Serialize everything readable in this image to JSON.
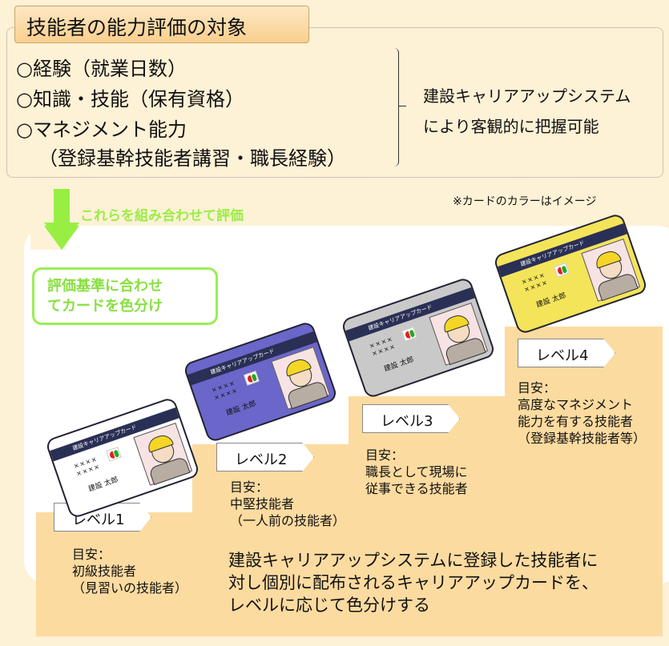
{
  "title": "技能者の能力評価の対象",
  "criteria": [
    "○経験（就業日数）",
    "○知識・技能（保有資格）",
    "○マネジメント能力",
    "（登録基幹技能者講習・職長経験）"
  ],
  "system_text": [
    "建設キャリアアップシステム",
    "により客観的に把握可能"
  ],
  "combine_label": "これらを組み合わせて評価",
  "note": "※カードのカラーはイメージ",
  "color_box": [
    "評価基準に合わせ",
    "てカードを色分け"
  ],
  "card": {
    "header": "建設キャリアアップカード",
    "xs1": "××××",
    "xs2": "××××",
    "name": "建設 太郎"
  },
  "levels": [
    {
      "label": "レベル1",
      "guide": "目安：",
      "desc1": "初級技能者",
      "desc2": "（見習いの技能者）",
      "color": "#ffffff"
    },
    {
      "label": "レベル2",
      "guide": "目安：",
      "desc1": "中堅技能者",
      "desc2": "（一人前の技能者）",
      "color": "#6b66c9"
    },
    {
      "label": "レベル3",
      "guide": "目安：",
      "desc1": "職長として現場に",
      "desc2": "従事できる技能者",
      "color": "#c9c9c9"
    },
    {
      "label": "レベル4",
      "guide": "目安：",
      "desc1": "高度なマネジメント",
      "desc2": "能力を有する技能者",
      "desc3": "（登録基幹技能者等）",
      "color": "#f3e45a"
    }
  ],
  "bottom_text": [
    "建設キャリアアップシステムに登録した技能者に",
    "対し個別に配布されるキャリアアップカードを、",
    "レベルに応じて色分けする"
  ]
}
